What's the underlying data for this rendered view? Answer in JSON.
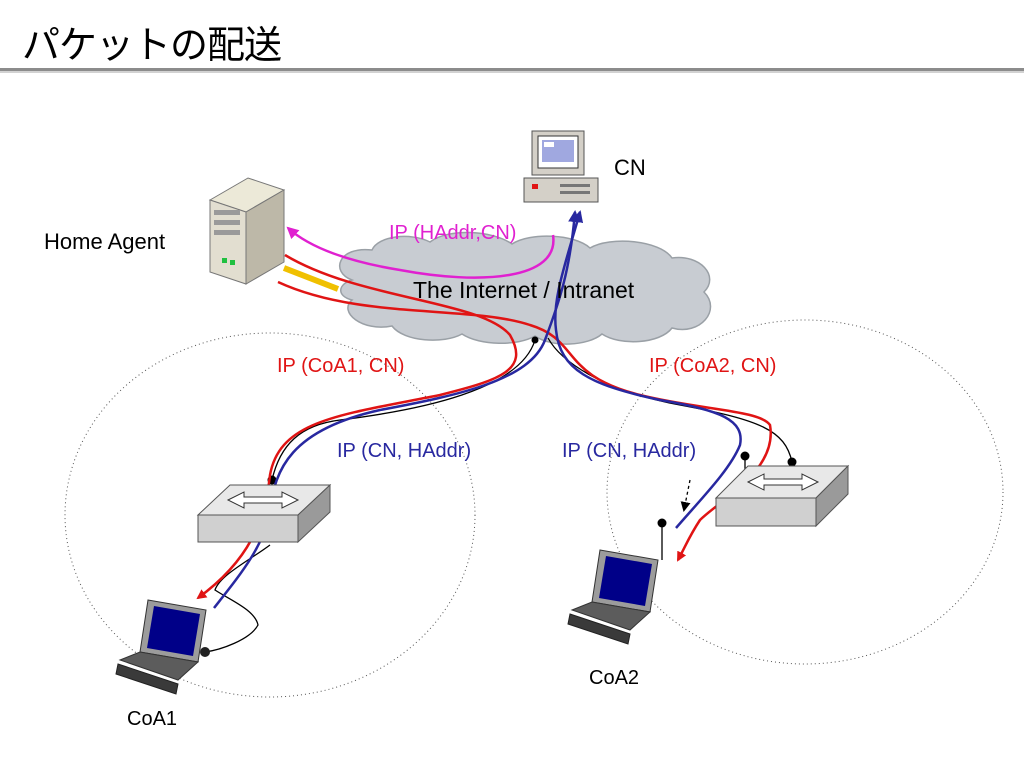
{
  "slide": {
    "title": "パケットの配送"
  },
  "nodes": {
    "cn": "CN",
    "home_agent": "Home Agent",
    "coa1": "CoA1",
    "coa2": "CoA2",
    "cloud": "The Internet / Intranet"
  },
  "packets": {
    "ha_reply": "IP (HAddr,CN)",
    "coa1_tunnel": "IP (CoA1, CN)",
    "coa1_reply": "IP (CN, HAddr)",
    "coa2_tunnel": "IP (CoA2, CN)",
    "coa2_reply": "IP (CN, HAddr)"
  },
  "colors": {
    "tunnel": "#e01414",
    "reverse": "#2828a0",
    "home_route": "#e020d0",
    "home_link": "#f0c000",
    "cloud": "#c8ccd2"
  }
}
